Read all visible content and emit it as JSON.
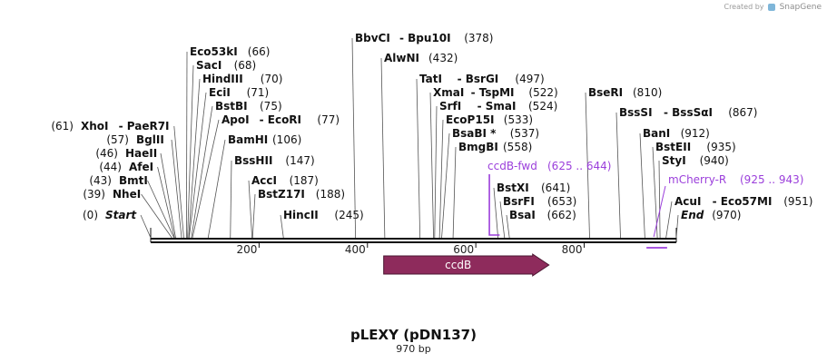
{
  "credit": {
    "prefix": "Created by",
    "brand": "SnapGene"
  },
  "plasmid": {
    "name": "pLEXY (pDN137)",
    "length_label": "970 bp",
    "length": 970
  },
  "ruler": {
    "ticks": [
      "200",
      "400",
      "600",
      "800"
    ],
    "tick_values": [
      200,
      400,
      600,
      800
    ]
  },
  "features": [
    {
      "name": "ccdB",
      "start": 430,
      "end": 735,
      "direction": "forward",
      "color": "#8e2b5c"
    }
  ],
  "primers": [
    {
      "name": "ccdB-fwd",
      "range": "(625 .. 644)",
      "start": 625,
      "end": 644,
      "strand": "top"
    },
    {
      "name": "mCherry-R",
      "range": "(925 .. 943)",
      "start": 925,
      "end": 943,
      "strand": "bottom"
    }
  ],
  "sites": [
    {
      "name": "Start",
      "pos": "(0)",
      "value": 0,
      "italic": true,
      "side": "left"
    },
    {
      "name": "NheI",
      "pos": "(39)",
      "value": 39,
      "side": "left"
    },
    {
      "name": "BmtI",
      "pos": "(43)",
      "value": 43,
      "side": "left"
    },
    {
      "name": "AfeI",
      "pos": "(44)",
      "value": 44,
      "side": "left"
    },
    {
      "name": "HaeII",
      "pos": "(46)",
      "value": 46,
      "side": "left"
    },
    {
      "name": "BglII",
      "pos": "(57)",
      "value": 57,
      "side": "left"
    },
    {
      "name": "XhoI",
      "name2": "PaeR7I",
      "pos": "(61)",
      "value": 61,
      "side": "left"
    },
    {
      "name": "Eco53kI",
      "pos": "(66)",
      "value": 66
    },
    {
      "name": "SacI",
      "pos": "(68)",
      "value": 68
    },
    {
      "name": "HindIII",
      "pos": "(70)",
      "value": 70
    },
    {
      "name": "EciI",
      "pos": "(71)",
      "value": 71
    },
    {
      "name": "BstBI",
      "pos": "(75)",
      "value": 75
    },
    {
      "name": "ApoI",
      "name2": "EcoRI",
      "pos": "(77)",
      "value": 77
    },
    {
      "name": "BamHI",
      "pos": "(106)",
      "value": 106
    },
    {
      "name": "BssHII",
      "pos": "(147)",
      "value": 147
    },
    {
      "name": "AccI",
      "pos": "(187)",
      "value": 187
    },
    {
      "name": "BstZ17I",
      "pos": "(188)",
      "value": 188
    },
    {
      "name": "HincII",
      "pos": "(245)",
      "value": 245
    },
    {
      "name": "BbvCI",
      "name2": "Bpu10I",
      "pos": "(378)",
      "value": 378
    },
    {
      "name": "AlwNI",
      "pos": "(432)",
      "value": 432
    },
    {
      "name": "TatI",
      "name2": "BsrGI",
      "pos": "(497)",
      "value": 497
    },
    {
      "name": "XmaI",
      "name2": "TspMI",
      "pos": "(522)",
      "value": 522
    },
    {
      "name": "SrfI",
      "name2": "SmaI",
      "pos": "(524)",
      "value": 524
    },
    {
      "name": "EcoP15I",
      "pos": "(533)",
      "value": 533
    },
    {
      "name": "BsaBI *",
      "pos": "(537)",
      "value": 537
    },
    {
      "name": "BmgBI",
      "pos": "(558)",
      "value": 558
    },
    {
      "name": "BstXI",
      "pos": "(641)",
      "value": 641
    },
    {
      "name": "BsrFI",
      "pos": "(653)",
      "value": 653
    },
    {
      "name": "BsaI",
      "pos": "(662)",
      "value": 662
    },
    {
      "name": "BseRI",
      "pos": "(810)",
      "value": 810
    },
    {
      "name": "BssSI",
      "name2": "BssSαI",
      "pos": "(867)",
      "value": 867
    },
    {
      "name": "BanI",
      "pos": "(912)",
      "value": 912
    },
    {
      "name": "BstEII",
      "pos": "(935)",
      "value": 935
    },
    {
      "name": "StyI",
      "pos": "(940)",
      "value": 940
    },
    {
      "name": "AcuI",
      "name2": "Eco57MI",
      "pos": "(951)",
      "value": 951
    },
    {
      "name": "End",
      "pos": "(970)",
      "value": 970,
      "italic": true
    }
  ]
}
